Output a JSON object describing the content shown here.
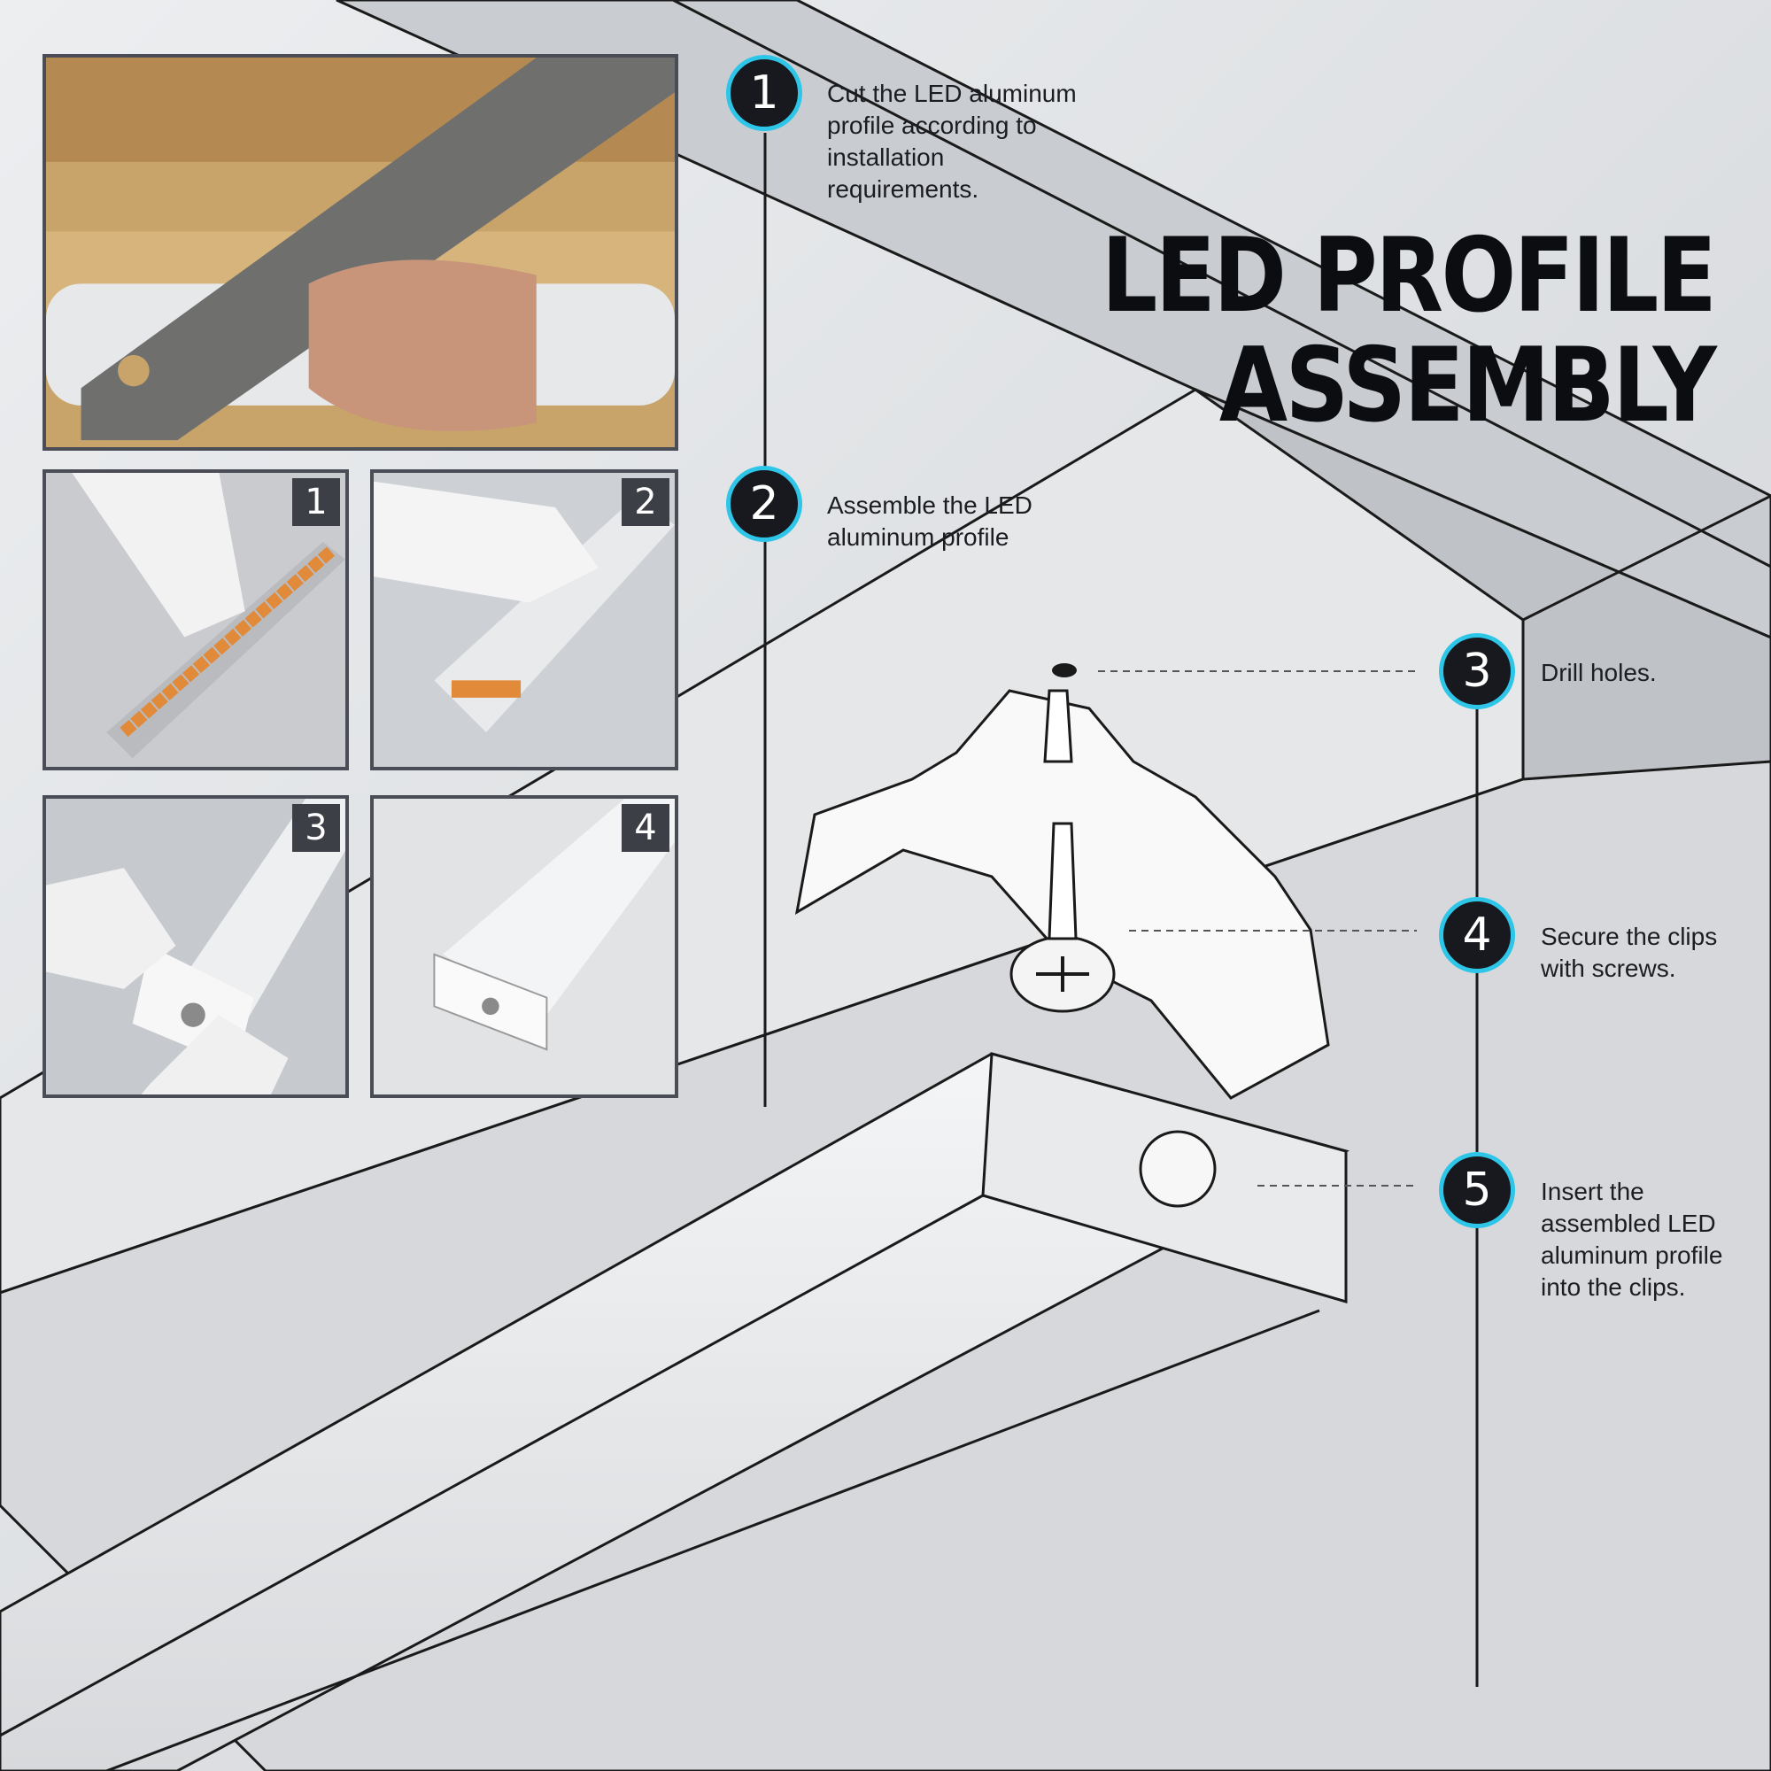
{
  "title": "LED PROFILE\nASSEMBLY",
  "steps": [
    {
      "number": "1",
      "text": "Cut the LED aluminum\nprofile according to\ninstallation\nrequirements."
    },
    {
      "number": "2",
      "text": "Assemble the LED\naluminum profile"
    },
    {
      "number": "3",
      "text": "Drill holes."
    },
    {
      "number": "4",
      "text": "Secure the clips\nwith screws."
    },
    {
      "number": "5",
      "text": "Insert the\nassembled LED\naluminum profile\ninto the clips."
    }
  ],
  "tiles": [
    {
      "number": "1"
    },
    {
      "number": "2"
    },
    {
      "number": "3"
    },
    {
      "number": "4"
    }
  ],
  "colors": {
    "accent": "#2ec6e8",
    "badge": "#17191f",
    "frame": "#4a4d56"
  }
}
